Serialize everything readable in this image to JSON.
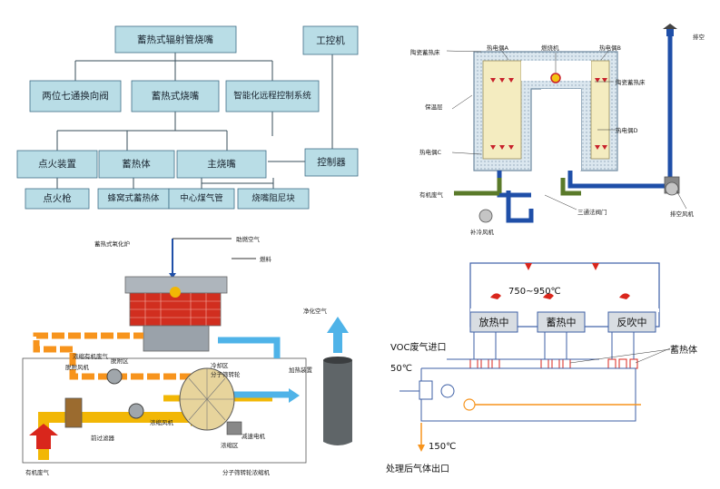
{
  "q1": {
    "root": "蓄热式辐射管烧嘴",
    "ipc": "工控机",
    "valve": "两位七通换向阀",
    "burner": "蓄热式烧嘴",
    "smart": "智能化远程控制系统",
    "ignition": "点火装置",
    "regen": "蓄热体",
    "main": "主烧嘴",
    "controller": "控制器",
    "gun": "点火枪",
    "honeycomb": "蜂窝式蓄热体",
    "center_gas": "中心煤气管",
    "damper": "烧嘴阻尼块"
  },
  "q2": {
    "exhaust_top": "排空",
    "ceramic_left": "陶瓷蓄热床",
    "tc_a": "热电偶A",
    "burner": "燃烧机",
    "tc_b": "热电偶B",
    "ceramic_right": "陶瓷蓄热床",
    "insulation": "保温层",
    "tc_d": "热电偶D",
    "tc_c": "热电偶C",
    "organic_gas": "有机废气",
    "three_way": "三通法阀门",
    "exhaust_fan": "排空风机",
    "supp_fan": "补冷风机"
  },
  "q3": {
    "rto": "蓄热式氧化炉",
    "aux_air": "助燃空气",
    "fuel": "燃料",
    "clean_air": "净化空气",
    "conc_gas": "浓缩有机废气",
    "desorb_fan": "脱附风机",
    "desorb_zone": "脱附区",
    "cool_zone": "冷却区",
    "sieve_wheel": "分子筛转轮",
    "heater": "加热装置",
    "conc_fan": "浓缩风机",
    "prefilter": "前过滤器",
    "reducer": "减速电机",
    "conc_zone": "浓缩区",
    "organic_in": "有机废气",
    "concentrator": "分子筛转轮浓缩机"
  },
  "q4": {
    "temp_high": "750~950℃",
    "releasing": "放热中",
    "storing": "蓄热中",
    "purging": "反吹中",
    "voc_in": "VOC废气进口",
    "temp_in": "50℃",
    "regen_body": "蓄热体",
    "temp_out": "150℃",
    "outlet": "处理后气体出口"
  },
  "colors": {
    "box_fill": "#b9dde6",
    "gas_blue": "#1f4fa8",
    "gas_green": "#5a7a2a",
    "hot_red": "#d9261c",
    "gas_yellow": "#f2b705",
    "gas_orange": "#f7941d",
    "clean_cyan": "#4fb3e8"
  }
}
